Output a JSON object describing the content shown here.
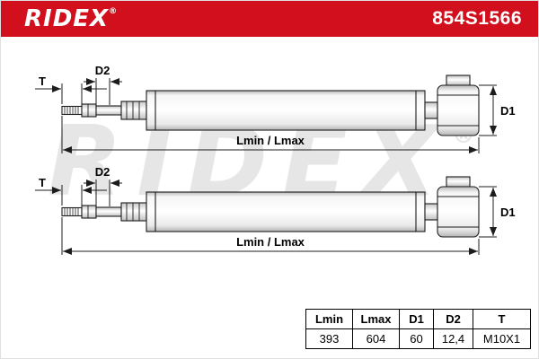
{
  "header": {
    "brand": "RIDEX",
    "registered_mark": "®",
    "part_number": "854S1566"
  },
  "watermark": {
    "text": "RIDEX",
    "registered_mark": "®"
  },
  "diagram": {
    "labels": {
      "thread": "T",
      "rod_diameter": "D2",
      "body_diameter": "D1",
      "length_range": "Lmin / Lmax"
    }
  },
  "spec_table": {
    "columns": [
      "Lmin",
      "Lmax",
      "D1",
      "D2",
      "T"
    ],
    "values": [
      "393",
      "604",
      "60",
      "12,4",
      "M10X1"
    ]
  },
  "theme": {
    "brand_red": "#d2101d",
    "watermark_gray": "#e6e6e6",
    "line_color": "#1c1c1c"
  }
}
